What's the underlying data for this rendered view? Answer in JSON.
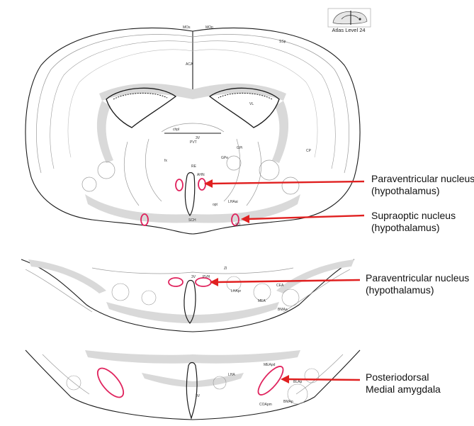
{
  "atlas": {
    "level_label": "Atlas Level 24"
  },
  "callouts": [
    {
      "line1": "Paraventricular nucleus",
      "line2": "(hypothalamus)"
    },
    {
      "line1": "Supraoptic nucleus",
      "line2": "(hypothalamus)"
    },
    {
      "line1": "Paraventricular nucleus",
      "line2": "(hypothalamus)"
    },
    {
      "line1": "Posteriodorsal",
      "line2": "Medial amygdala"
    }
  ],
  "region_labels": {
    "top": [
      "MOs",
      "MOp",
      "SSp",
      "ACA",
      "CP",
      "PVT",
      "RE",
      "GPe",
      "GPi",
      "LHAai",
      "AHN",
      "SCH",
      "SO",
      "VL",
      "3V",
      "chpl",
      "fx",
      "opt"
    ],
    "middle": [
      "LHApr",
      "PVH",
      "ZI",
      "BMAa",
      "CEA",
      "MEA",
      "3V"
    ],
    "bottom": [
      "LHA",
      "MEApd",
      "BLAp",
      "BMAp",
      "COApm",
      "3V"
    ]
  },
  "colors": {
    "highlight": "#e0245e",
    "arrow": "#e02020",
    "outline": "#1a1a1a",
    "fiber_gray": "#d9d9d9",
    "fine_line": "#9a9a9a"
  }
}
